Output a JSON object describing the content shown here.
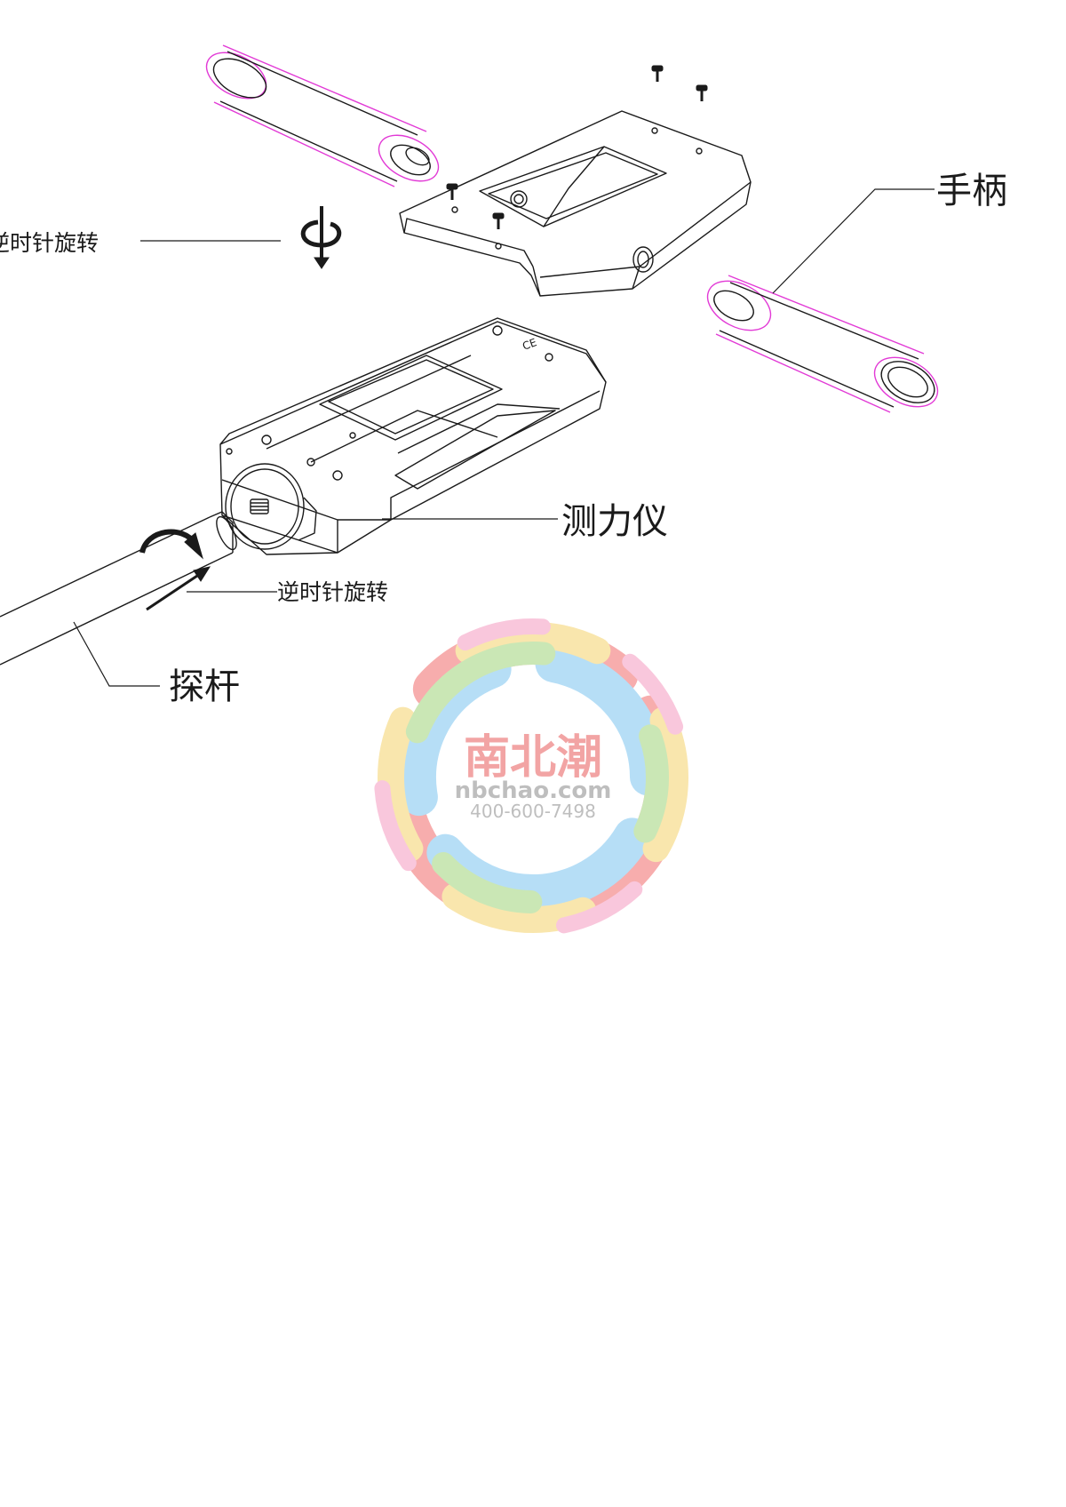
{
  "labels": {
    "handle": "手柄",
    "dynamometer": "测力仪",
    "probe": "探杆",
    "rotate_top": "逆时针旋转",
    "rotate_bottom": "逆时针旋转"
  },
  "watermark": {
    "brand": "南北潮",
    "site": "nbchao.com",
    "phone": "400-600-7498",
    "colors": [
      "#f26b6b",
      "#7cc4f0",
      "#f5d36b",
      "#9fd47a",
      "#f59ac0"
    ]
  },
  "colors": {
    "line": "#1a1a1a",
    "highlight": "#e23ad6"
  }
}
